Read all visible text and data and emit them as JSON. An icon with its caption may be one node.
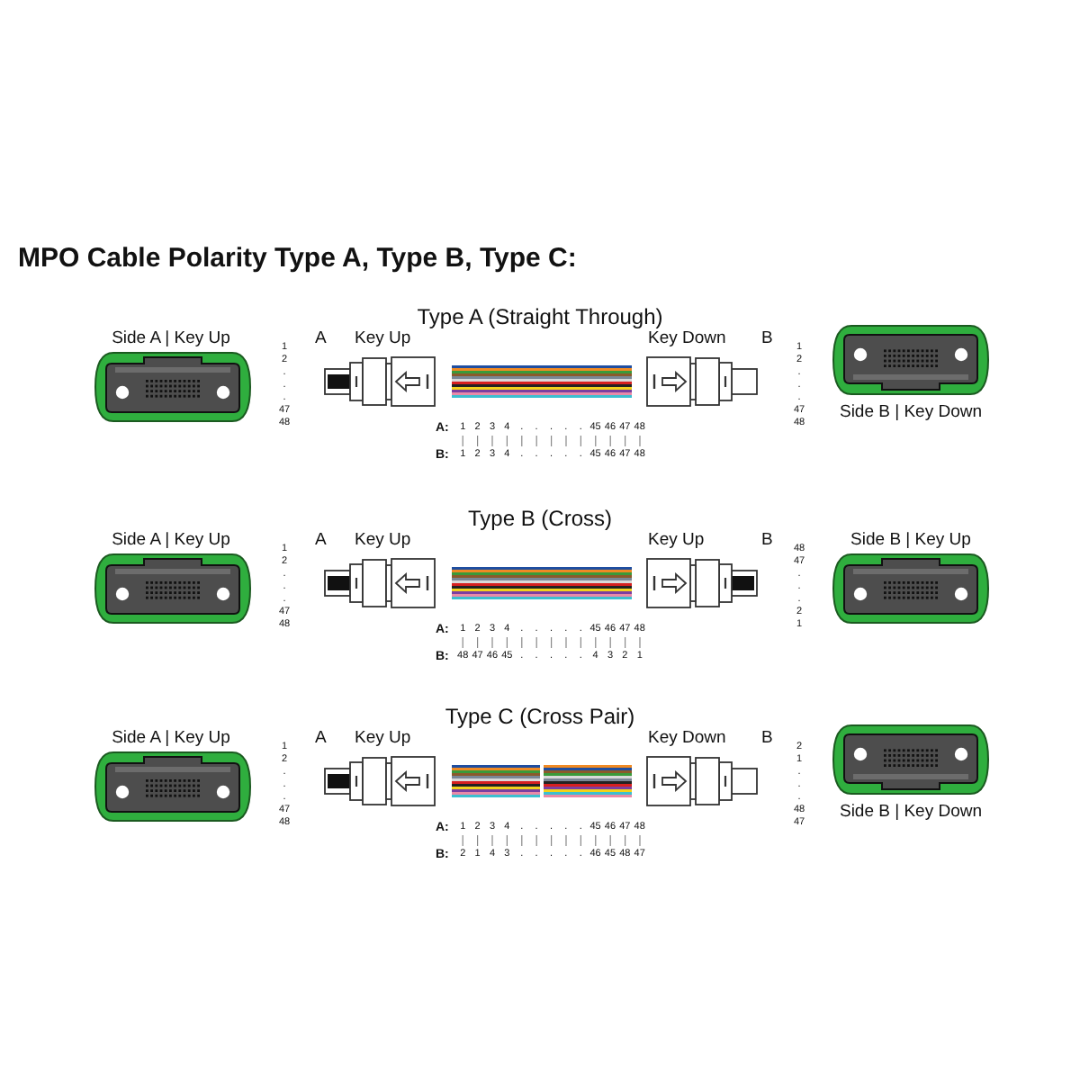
{
  "diagram": {
    "title": "MPO Cable Polarity Type A, Type B, Type C:",
    "labels": [
      "Type A (Straight Through)",
      "Side A | Key Up",
      "1 2 . . . 47 48",
      "A",
      "Key Up",
      "Key Down",
      "B",
      "1 2 . . . 47 48",
      "Side B | Key Down",
      "**A:** 1 2 3 4 . . . . . 45 46 47 48",
      "**B:** 1 2 3 4 . . . . . 45 46 47 48",
      "Type B (Cross)",
      "Side A | Key Up",
      "1 2 . . . 47 48",
      "A",
      "Key Up",
      "Key Up",
      "B",
      "48 47 . . . 2 1",
      "Side B | Key Up",
      "**A:** 1 2 3 4 . . . . . 45 46 47 48",
      "**B:** 48 47 46 45 . . . . . 4 3 2 1",
      "Type C (Cross Pair)",
      "Side A | Key Up",
      "1 2 . . . 47 48",
      "A",
      "Key Up",
      "Key Down",
      "B",
      "2 1 . . . 48 47",
      "Side B | Key Down",
      "**A:** 1 2 3 4 . . . . . 45 46 47 48",
      "**B:** 2 1 4 3 . . . . . 46 45 48 47"
    ]
  }
}
